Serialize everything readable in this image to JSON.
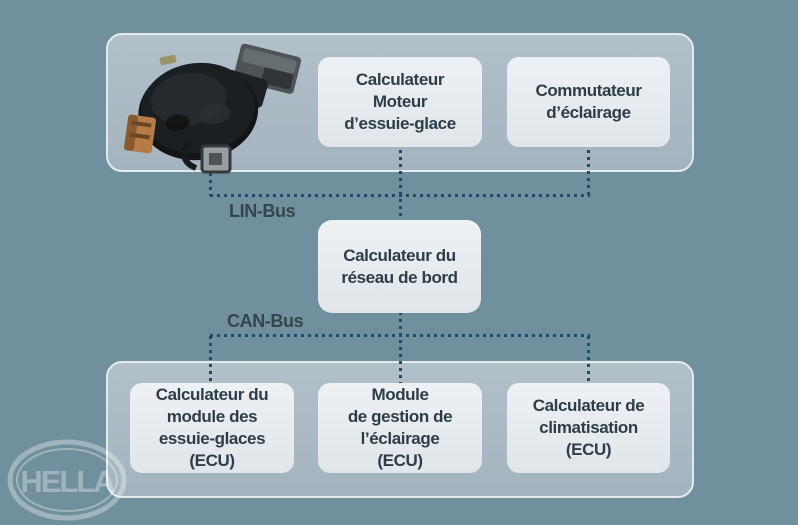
{
  "colors": {
    "background": "#71909d",
    "container_fill": "#aab9c2",
    "container_border": "#e3eaee",
    "node_fill": "#e7ebed",
    "node_text": "#2e3d47",
    "bus_label_text": "#334550",
    "dotted_line": "#1d4a6d",
    "watermark": "rgba(255,255,255,0.33)"
  },
  "icons": {
    "sensor": "rain-light-sensor-photo",
    "watermark": "hella-logo"
  },
  "diagram": {
    "top_boxes": [
      "Calculateur\nMoteur\nd’essuie-glace",
      "Commutateur\nd’éclairage"
    ],
    "bus_labels": {
      "lin": "LIN-Bus",
      "can": "CAN-Bus"
    },
    "center_box": "Calculateur du\nréseau de bord",
    "bottom_boxes": [
      "Calculateur du\nmodule des\nessuie-glaces\n(ECU)",
      "Module\nde gestion de\nl’éclairage\n(ECU)",
      "Calculateur de\nclimatisation\n(ECU)"
    ],
    "watermark": "HELLA"
  }
}
